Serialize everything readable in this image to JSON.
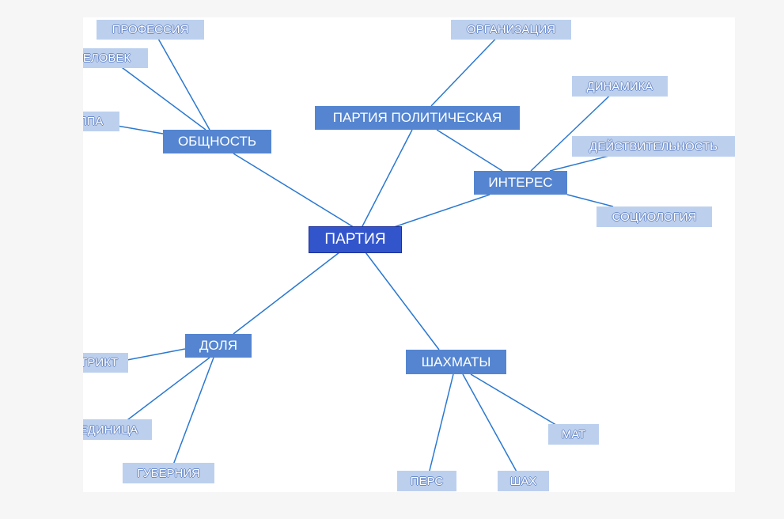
{
  "colors": {
    "edge": "#2a78d0",
    "root_fill": "#3355cc",
    "primary_fill": "#5585d0",
    "leaf_fill": "#bcd0ee"
  },
  "mindmap": {
    "root": {
      "label": "ПАРТИЯ"
    },
    "branches": [
      {
        "label": "ОБЩНОСТЬ",
        "children": [
          {
            "label": "ПРОФЕССИЯ"
          },
          {
            "label": "ЧЕЛОВЕК"
          },
          {
            "label": "ГРУППА"
          }
        ]
      },
      {
        "label": "ПАРТИЯ ПОЛИТИЧЕСКАЯ",
        "children": [
          {
            "label": "ОРГАНИЗАЦИЯ"
          }
        ]
      },
      {
        "label": "ИНТЕРЕС",
        "children": [
          {
            "label": "ДИНАМИКА"
          },
          {
            "label": "ДЕЙСТВИТЕЛЬНОСТЬ"
          },
          {
            "label": "СОЦИОЛОГИЯ"
          }
        ]
      },
      {
        "label": "ДОЛЯ",
        "children": [
          {
            "label": "ДИСТРИКТ"
          },
          {
            "label": "ЕДИНИЦА"
          },
          {
            "label": "ГУБЕРНИЯ"
          }
        ]
      },
      {
        "label": "ШАХМАТЫ",
        "children": [
          {
            "label": "ПЕРС"
          },
          {
            "label": "ШАХ"
          },
          {
            "label": "МАТ"
          }
        ]
      }
    ]
  }
}
